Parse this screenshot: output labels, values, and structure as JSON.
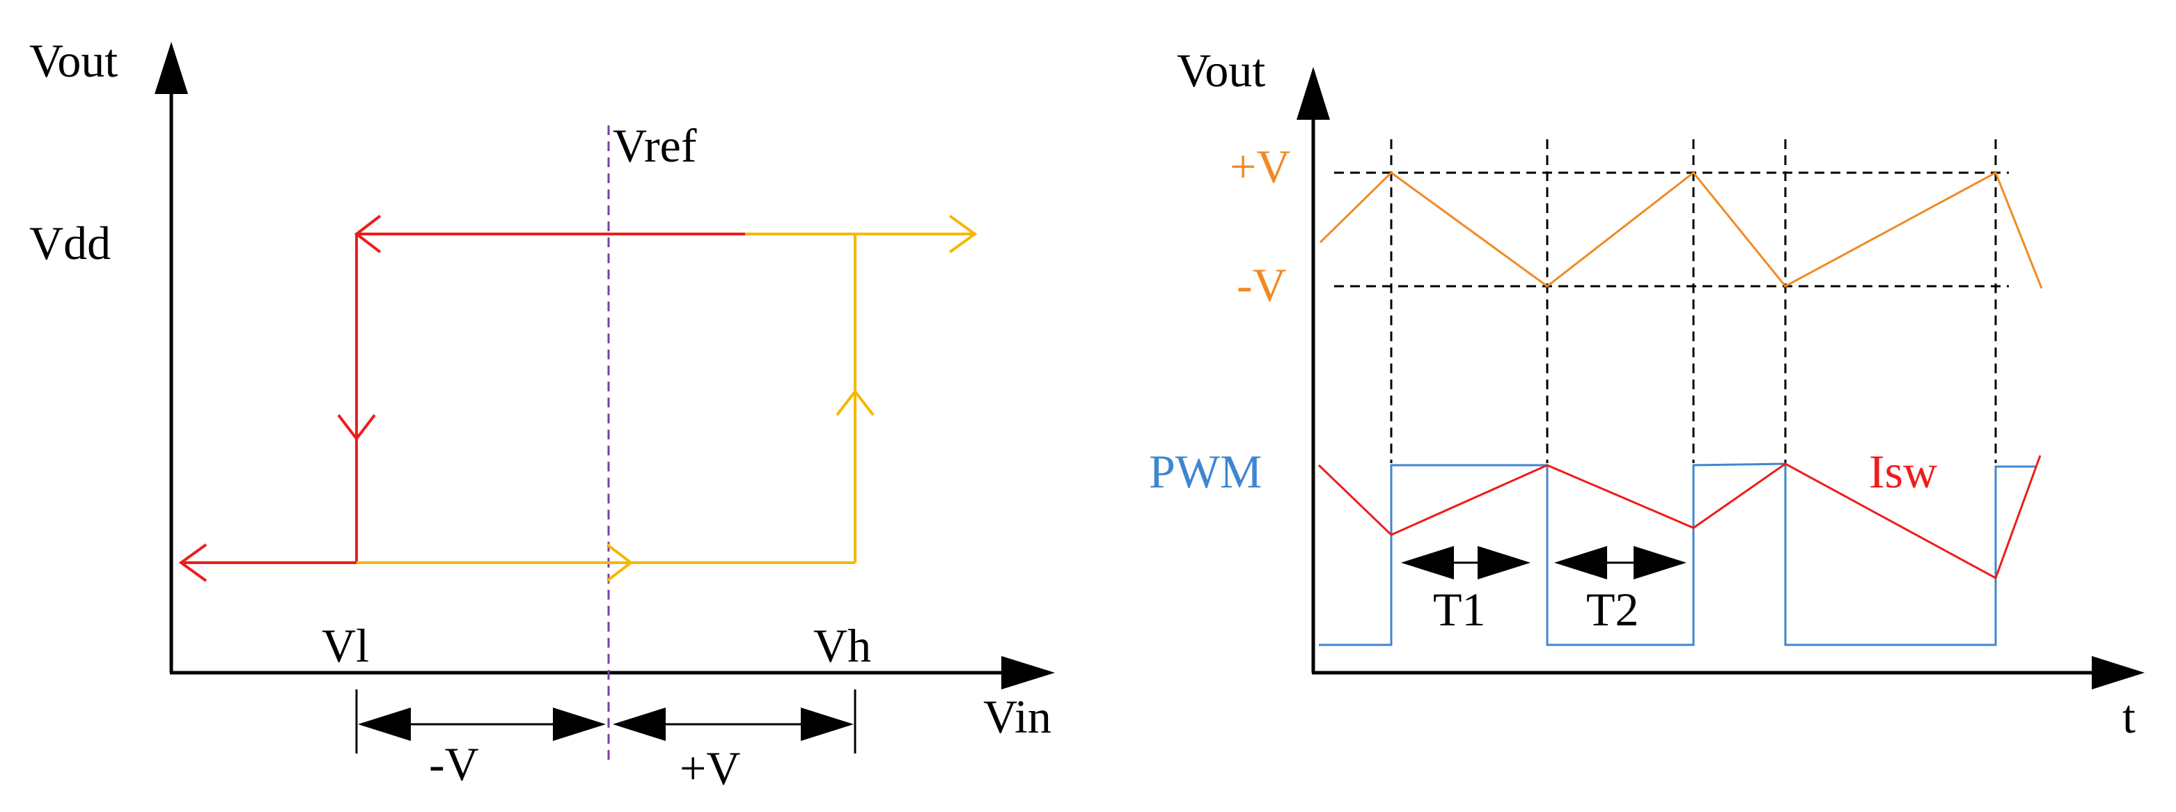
{
  "left_panel": {
    "labels": {
      "y_axis": "Vout",
      "x_axis": "Vin",
      "vref": "Vref",
      "vdd": "Vdd",
      "vl": "Vl",
      "vh": "Vh",
      "minus_v": "-V",
      "plus_v": "+V"
    },
    "colors": {
      "falling_path": "#ee1c1c",
      "rising_path": "#f5b800",
      "vref_line": "#7e3fa3",
      "axis": "#000000"
    }
  },
  "right_panel": {
    "labels": {
      "y_axis": "Vout",
      "x_axis": "t",
      "plus_v": "+V",
      "minus_v": "-V",
      "pwm": "PWM",
      "isw": "Isw",
      "t1": "T1",
      "t2": "T2"
    },
    "colors": {
      "triangle_wave": "#f08a24",
      "pwm": "#3f86d0",
      "isw": "#ee1c1c",
      "guides": "#000000"
    }
  }
}
